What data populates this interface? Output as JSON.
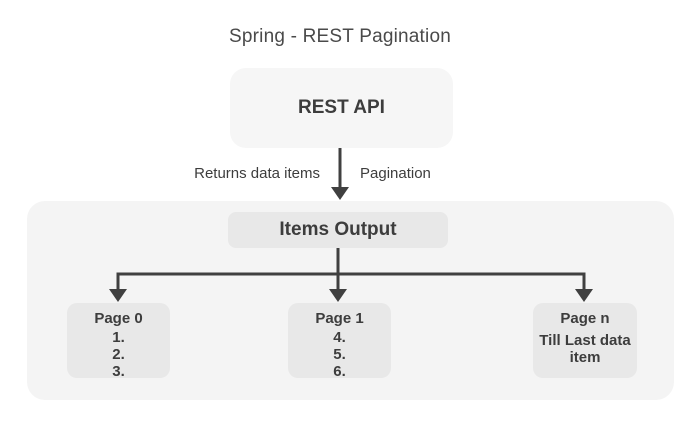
{
  "title": "Spring - REST Pagination",
  "colors": {
    "background": "#ffffff",
    "container_bg": "#f4f4f4",
    "api_box_bg": "#f6f6f6",
    "node_bg": "#e8e8e8",
    "arrow": "#404040",
    "text": "#3d3d3d",
    "title_text": "#4a4a4a"
  },
  "diagram": {
    "api_box": {
      "label": "REST API"
    },
    "edge_labels": {
      "left": "Returns data items",
      "right": "Pagination"
    },
    "items_output": {
      "label": "Items Output"
    },
    "pages": [
      {
        "label": "Page 0",
        "items": [
          "1.",
          "2.",
          "3."
        ]
      },
      {
        "label": "Page 1",
        "items": [
          "4.",
          "5.",
          "6."
        ]
      },
      {
        "label": "Page n",
        "note": "Till Last data item"
      }
    ]
  }
}
